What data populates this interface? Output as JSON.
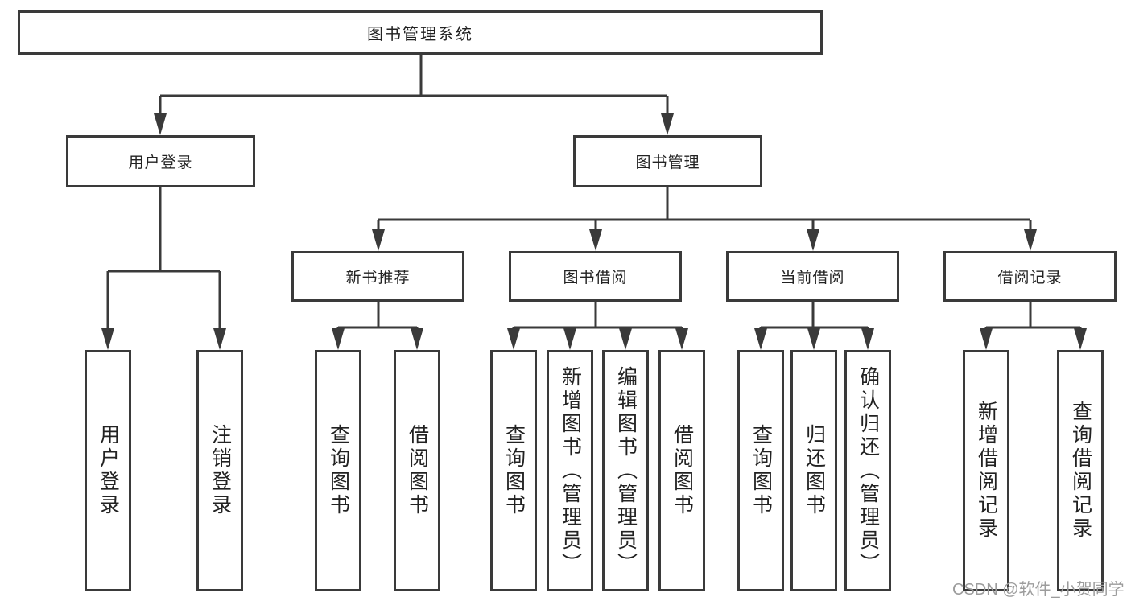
{
  "tree": {
    "root": "图书管理系统",
    "children": [
      {
        "label": "用户登录",
        "children": [
          "用户登录",
          "注销登录"
        ]
      },
      {
        "label": "图书管理",
        "children": [
          {
            "label": "新书推荐",
            "children": [
              "查询图书",
              "借阅图书"
            ]
          },
          {
            "label": "图书借阅",
            "children": [
              "查询图书",
              "新增图书（管理员）",
              "编辑图书（管理员）",
              "借阅图书"
            ]
          },
          {
            "label": "当前借阅",
            "children": [
              "查询图书",
              "归还图书",
              "确认归还（管理员）"
            ]
          },
          {
            "label": "借阅记录",
            "children": [
              "新增借阅记录",
              "查询借阅记录"
            ]
          }
        ]
      }
    ]
  },
  "watermark": {
    "text": "CSDN @软件_小贺同学"
  },
  "colors": {
    "line": "#3a3a3a",
    "box_background": "#ffffff",
    "text": "#222222",
    "watermark": "#9c9c9c"
  }
}
